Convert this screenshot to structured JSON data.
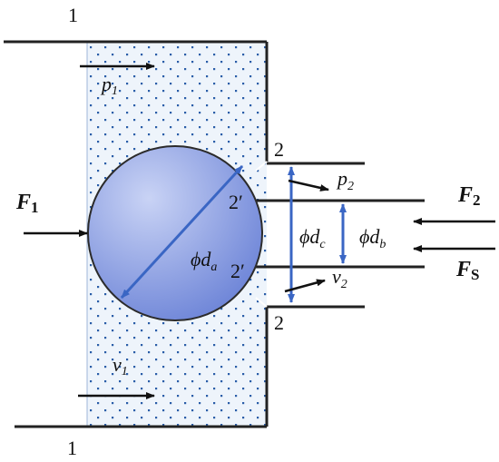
{
  "colors": {
    "wall": "#222222",
    "fluid_bg": "#eef4fb",
    "fluid_dot": "#2a5da8",
    "ball_edge": "#2b2b2b",
    "ball_light": "#c9d3f5",
    "ball_dark": "#6f86d8",
    "dimension": "#3a66c4",
    "arrow": "#111111"
  },
  "labels": {
    "section_1_top": "1",
    "section_1_bottom": "1",
    "section_2_top": "2",
    "section_2_bottom": "2",
    "section_2p_top": "2′",
    "section_2p_bottom": "2′",
    "p1": {
      "main": "p",
      "sub": "1"
    },
    "v1": {
      "main": "v",
      "sub": "1"
    },
    "p2": {
      "main": "p",
      "sub": "2"
    },
    "v2": {
      "main": "v",
      "sub": "2"
    },
    "F1": {
      "main": "F",
      "sub": "1"
    },
    "F2": {
      "main": "F",
      "sub": "2"
    },
    "FS": {
      "main": "F",
      "sub": "S"
    },
    "da": {
      "phi": "ϕ",
      "main": "d",
      "sub": "a"
    },
    "dc": {
      "phi": "ϕ",
      "main": "d",
      "sub": "c"
    },
    "db": {
      "phi": "ϕ",
      "main": "d",
      "sub": "b"
    }
  }
}
